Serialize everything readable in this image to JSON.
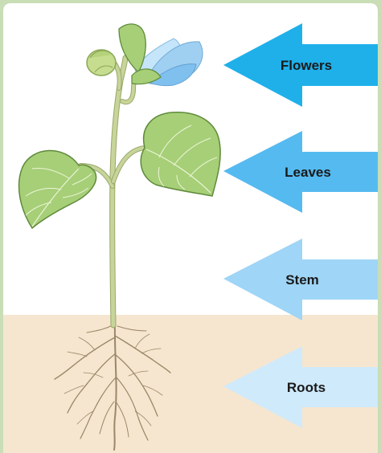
{
  "colors": {
    "frame": "#c9ddb6",
    "background": "#ffffff",
    "soil": "#f6e6cf",
    "stem": "#c7d49a",
    "stem_outline": "#9aa86a",
    "leaf_fill": "#a6cf78",
    "leaf_outline": "#5f8a3a",
    "leaf_vein": "#eef5d6",
    "flower_fill": "#9fd0f2",
    "root": "#9b8768",
    "label_text": "#1a1a1a"
  },
  "arrows": [
    {
      "label": "Flowers",
      "part": "flowers",
      "color": "#1fb0ea"
    },
    {
      "label": "Leaves",
      "part": "leaves",
      "color": "#55baf0"
    },
    {
      "label": "Stem",
      "part": "stem",
      "color": "#9fd5f6"
    },
    {
      "label": "Roots",
      "part": "roots",
      "color": "#cfeafb"
    }
  ],
  "icons": {
    "plant": "seedling-plant-illustration"
  }
}
